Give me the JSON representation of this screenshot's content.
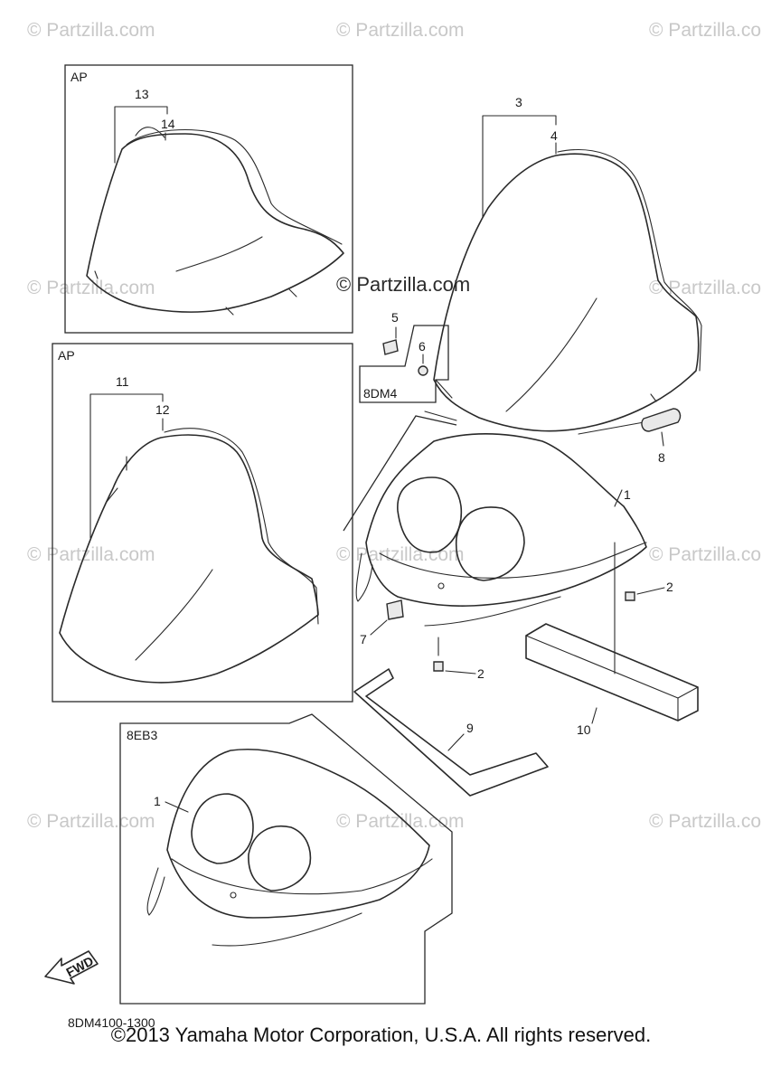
{
  "watermarks": {
    "text": "© Partzilla.com",
    "main_text": "© Partzilla.com"
  },
  "boxes": {
    "ap_top": "AP",
    "ap_bottom": "AP",
    "variant_8dm4": "8DM4",
    "variant_8eb3": "8EB3"
  },
  "callouts": {
    "c1": "1",
    "c1b": "1",
    "c2a": "2",
    "c2b": "2",
    "c3": "3",
    "c4": "4",
    "c5": "5",
    "c6": "6",
    "c7": "7",
    "c8": "8",
    "c9": "9",
    "c10": "10",
    "c11": "11",
    "c12": "12",
    "c13": "13",
    "c14": "14"
  },
  "fwd_label": "FWD",
  "diagram_code": "8DM4100-1300",
  "copyright": "©2013 Yamaha Motor Corporation, U.S.A. All rights reserved."
}
